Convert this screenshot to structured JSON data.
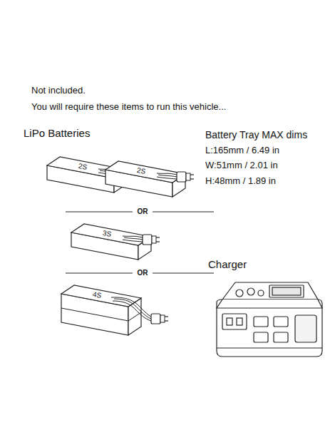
{
  "diagram": {
    "nodes": [
      {
        "text": [
          "2S"
        ]
      },
      {
        "text": [
          "2S"
        ]
      },
      {
        "text": [
          "3S"
        ]
      },
      {
        "text": [
          "4S"
        ]
      }
    ],
    "labels": [
      "Not included.",
      "You will require these items to run this vehicle...",
      "LiPo Batteries",
      "Battery Tray MAX dims",
      "L:165mm / 6.49 in",
      "W:51mm / 2.01 in",
      "H:48mm / 1.89 in",
      "OR",
      "OR",
      "Charger"
    ]
  }
}
